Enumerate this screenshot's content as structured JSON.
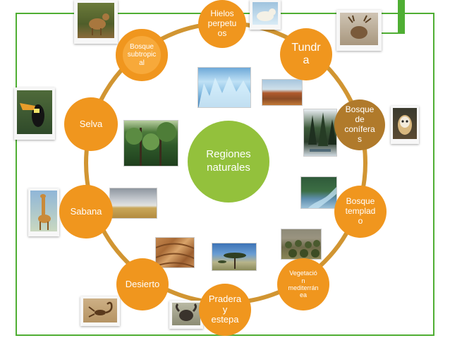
{
  "center": {
    "label": "Regiones\nnaturales"
  },
  "nodes": [
    {
      "id": "hielos",
      "label": "Hielos\nperpetu\nos"
    },
    {
      "id": "tundra",
      "label": "Tundr\na"
    },
    {
      "id": "bosque-conifera",
      "label": "Bosque\nde\nconífera\ns"
    },
    {
      "id": "bosque-templado",
      "label": "Bosque\ntemplad\no"
    },
    {
      "id": "vegetacion-mediterranea",
      "label": "Vegetació\nn\nmediterrán\nea"
    },
    {
      "id": "pradera",
      "label": "Pradera\ny\nestepa"
    },
    {
      "id": "desierto",
      "label": "Desierto"
    },
    {
      "id": "sabana",
      "label": "Sabana"
    },
    {
      "id": "selva",
      "label": "Selva"
    },
    {
      "id": "bosque-subtropical",
      "label": "Bosque\nsubtropic\nal"
    }
  ],
  "colors": {
    "ring": "#d19532",
    "node_orange": "#f0961e",
    "node_brown": "#b07a2b",
    "node_inner": "#ffffff",
    "center": "#93c13c",
    "accent_green": "#4fae33"
  },
  "photos": [
    {
      "name": "glacier-photo",
      "subject": "glacier"
    },
    {
      "name": "tundra-landscape-photo",
      "subject": "tundra"
    },
    {
      "name": "conifer-forest-photo",
      "subject": "conifer forest"
    },
    {
      "name": "jungle-photo",
      "subject": "jungle"
    },
    {
      "name": "river-forest-photo",
      "subject": "temperate forest"
    },
    {
      "name": "savanna-photo",
      "subject": "savanna"
    },
    {
      "name": "olive-grove-photo",
      "subject": "olive grove"
    },
    {
      "name": "dunes-photo",
      "subject": "desert dunes"
    },
    {
      "name": "acacia-photo",
      "subject": "acacia steppe"
    },
    {
      "name": "deer-polaroid",
      "subject": "deer"
    },
    {
      "name": "polar-bear-polaroid",
      "subject": "polar bear"
    },
    {
      "name": "reindeer-polaroid",
      "subject": "reindeer"
    },
    {
      "name": "owl-polaroid",
      "subject": "owl"
    },
    {
      "name": "toucan-polaroid",
      "subject": "toucan"
    },
    {
      "name": "giraffe-polaroid",
      "subject": "giraffe"
    },
    {
      "name": "scorpion-polaroid",
      "subject": "scorpion"
    },
    {
      "name": "buffalo-polaroid",
      "subject": "buffalo"
    }
  ]
}
